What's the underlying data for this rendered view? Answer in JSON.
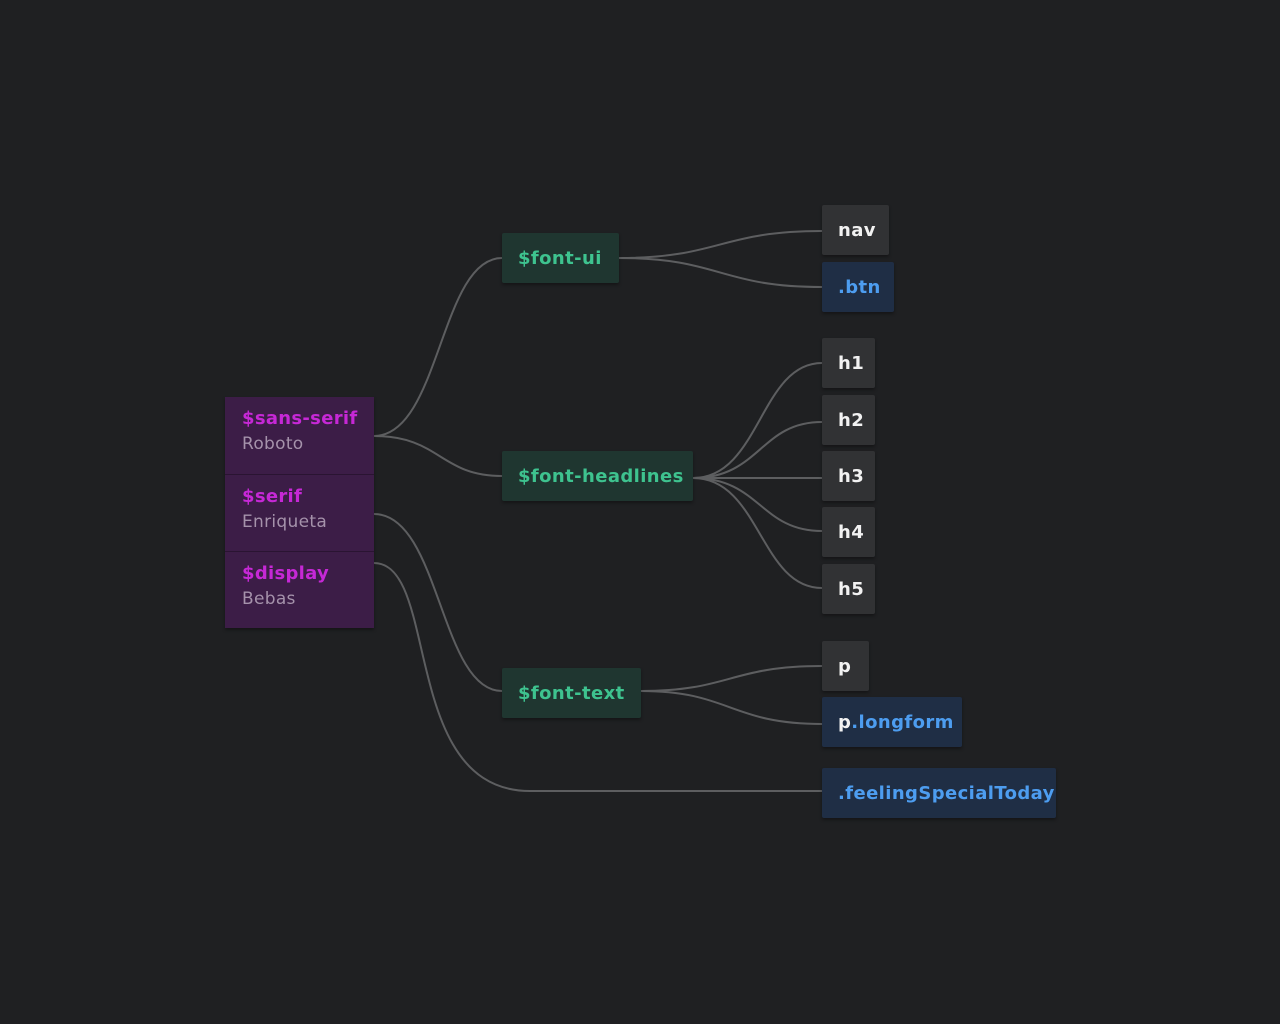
{
  "fonts": [
    {
      "variable": "$sans-serif",
      "family": "Roboto"
    },
    {
      "variable": "$serif",
      "family": "Enriqueta"
    },
    {
      "variable": "$display",
      "family": "Bebas"
    }
  ],
  "variables": {
    "ui": "$font-ui",
    "headlines": "$font-headlines",
    "text": "$font-text"
  },
  "selectors": {
    "nav": "nav",
    "btn": ".btn",
    "h1": "h1",
    "h2": "h2",
    "h3": "h3",
    "h4": "h4",
    "h5": "h5",
    "p": "p",
    "p_longform_tag": "p",
    "p_longform_class": ".longform",
    "feeling": ".feelingSpecialToday"
  },
  "colors": {
    "background": "#1f2022",
    "font_variable": "#c628d6",
    "font_family": "#a592ab",
    "font_panel": "#3c1d47",
    "variable_text": "#3ec38f",
    "variable_bg": "#1f3630",
    "element_bg": "#313234",
    "class_text": "#4d9df0",
    "class_bg": "#1f2e45",
    "connector": "#5d5e60"
  }
}
